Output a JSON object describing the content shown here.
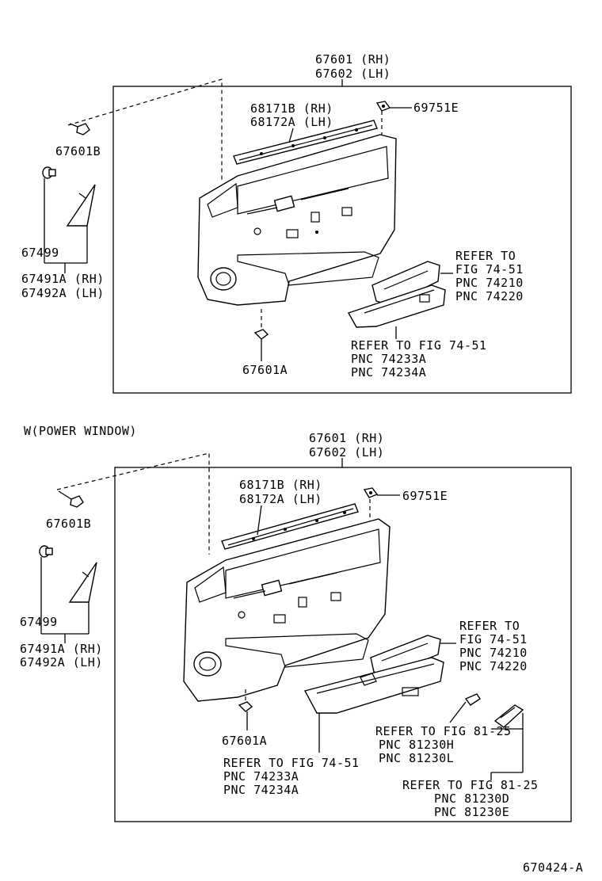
{
  "top": {
    "panel_rh": "67601 (RH)",
    "panel_lh": "67602 (LH)",
    "strip_rh": "68171B (RH)",
    "strip_lh": "68172A (LH)",
    "clip_top": "69751E",
    "clip_left": "67601B",
    "grommet": "67499",
    "corner_rh": "67491A (RH)",
    "corner_lh": "67492A (LH)",
    "clip_bottom": "67601A",
    "refer_armrest_1": "REFER TO",
    "refer_armrest_2": "FIG 74-51",
    "refer_armrest_3": "PNC 74210",
    "refer_armrest_4": "PNC 74220",
    "refer_pocket_1": "REFER TO FIG 74-51",
    "refer_pocket_2": "PNC 74233A",
    "refer_pocket_3": "PNC 74234A"
  },
  "bottom": {
    "section_title": "W(POWER WINDOW)",
    "panel_rh": "67601 (RH)",
    "panel_lh": "67602 (LH)",
    "strip_rh": "68171B (RH)",
    "strip_lh": "68172A (LH)",
    "clip_top": "69751E",
    "clip_left": "67601B",
    "grommet": "67499",
    "corner_rh": "67491A (RH)",
    "corner_lh": "67492A (LH)",
    "clip_bottom": "67601A",
    "refer_armrest_1": "REFER TO",
    "refer_armrest_2": "FIG 74-51",
    "refer_armrest_3": "PNC 74210",
    "refer_armrest_4": "PNC 74220",
    "refer_pocket_1": "REFER TO FIG 74-51",
    "refer_pocket_2": "PNC 74233A",
    "refer_pocket_3": "PNC 74234A",
    "refer_switch_1": "REFER TO FIG 81-25",
    "refer_switch_2": "PNC 81230H",
    "refer_switch_3": "PNC 81230L",
    "refer_switch2_1": "REFER TO FIG 81-25",
    "refer_switch2_2": "PNC 81230D",
    "refer_switch2_3": "PNC 81230E"
  },
  "figure_id": "670424-A"
}
